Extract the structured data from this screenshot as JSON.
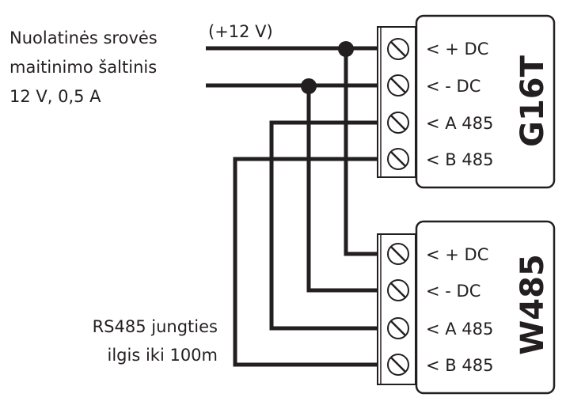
{
  "power_supply": {
    "lines": [
      "Nuolatinės srovės",
      "maitinimo šaltinis",
      "12 V, 0,5 A"
    ],
    "voltage_label": "(+12 V)"
  },
  "cable_note": {
    "lines": [
      "RS485 jungties",
      "ilgis iki 100m"
    ]
  },
  "modules": [
    {
      "name": "G16T",
      "terminals": [
        "< + DC",
        "< - DC",
        "< A 485",
        "< B 485"
      ]
    },
    {
      "name": "W485",
      "terminals": [
        "< + DC",
        "< - DC",
        "< A 485",
        "< B 485"
      ]
    }
  ],
  "colors": {
    "ink": "#231f20",
    "background": "#ffffff"
  }
}
